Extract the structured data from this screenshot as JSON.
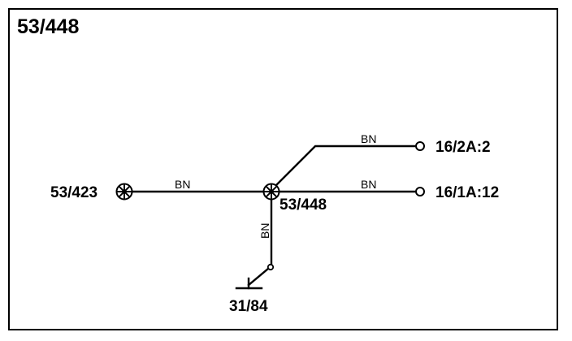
{
  "diagram": {
    "title": "53/448",
    "nodes": {
      "splice_left": "53/423",
      "splice_center": "53/448",
      "connector_top": "16/2A:2",
      "connector_right": "16/1A:12",
      "ground": "31/84"
    },
    "wires": {
      "left": "BN",
      "upper_right": "BN",
      "lower_right": "BN",
      "down": "BN"
    },
    "colors": {
      "line": "#000000",
      "background": "#ffffff"
    }
  }
}
